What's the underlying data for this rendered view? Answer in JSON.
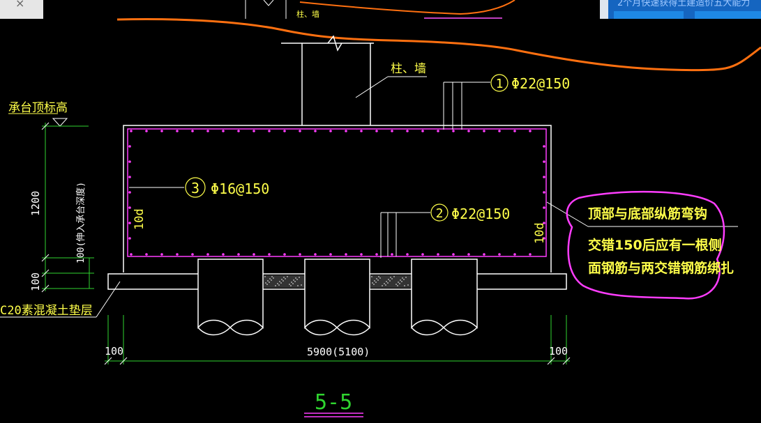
{
  "background_ui": {
    "close_glyph": "×",
    "upper_label": "柱、墙",
    "top_right_text": "2个月快速获得土建造价五大能力"
  },
  "drawing": {
    "column_label": "柱、墙",
    "rebar_1": {
      "circle": "1",
      "spec": "Φ22@150"
    },
    "rebar_2": {
      "circle": "2",
      "spec": "Φ22@150"
    },
    "rebar_3": {
      "circle": "3",
      "spec": "Φ16@150"
    },
    "cap_top_label": "承台顶标高",
    "height_main": "1200",
    "height_embed": "100(伸入承台深度)",
    "height_bottom": "100",
    "cushion_label": "C20素混凝土垫层",
    "anchor_left": "10d",
    "anchor_right": "10d",
    "dim_left": "100",
    "dim_total": "5900(5100)",
    "dim_right": "100",
    "section_title": "5-5"
  },
  "annotation": {
    "lines": [
      "顶部与底部纵筋弯钩",
      "交错150后应有一根侧",
      "面钢筋与两交错钢筋绑扎"
    ]
  },
  "colors": {
    "annotation_text": "#ffff4a",
    "highlight": "#ff3dff",
    "dimension": "#2fd42f",
    "section_title": "#2fd42f",
    "orange_curve": "#ff7010",
    "banner": "#1565c0"
  }
}
